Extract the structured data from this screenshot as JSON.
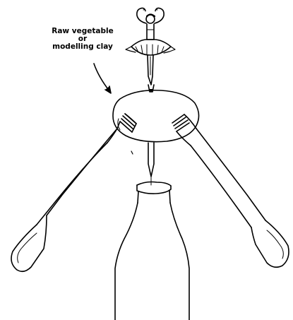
{
  "label": {
    "line1": "Raw vegetable",
    "line2": "or",
    "line3": "modelling clay"
  },
  "colors": {
    "ink": "#000000",
    "paper": "#ffffff"
  },
  "icons": [
    "ballerina-icon",
    "vegetable-icon",
    "fork-icon",
    "bottle-icon",
    "pointer-arrow-icon"
  ]
}
